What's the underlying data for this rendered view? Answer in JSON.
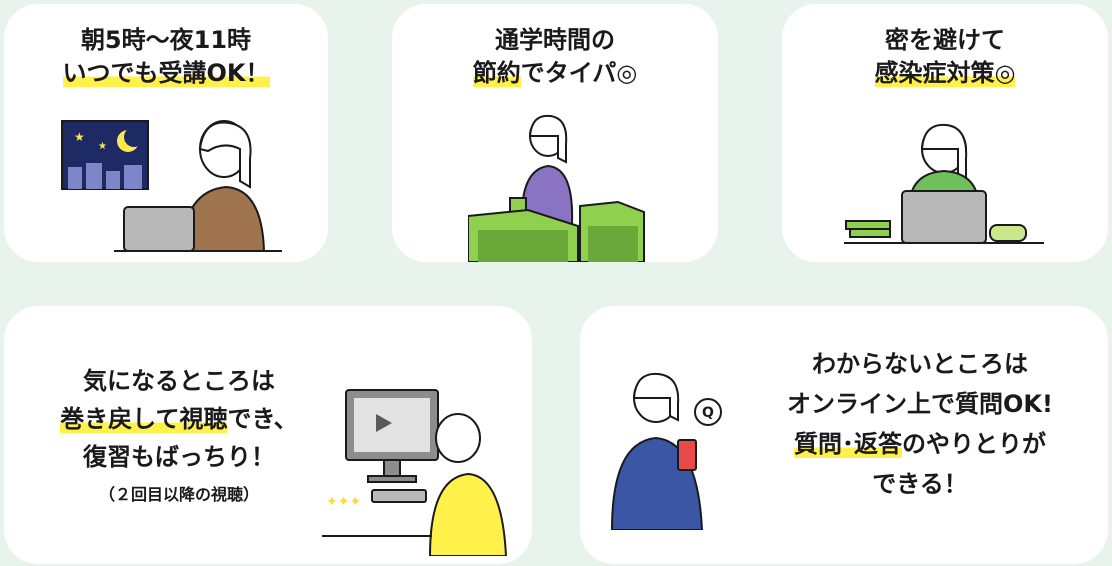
{
  "cards": [
    {
      "lines": [
        "朝5時〜夜11時",
        "いつでも受講OK！"
      ],
      "highlight": "いつでも受講OK！"
    },
    {
      "lines": [
        "通学時間の",
        "節約でタイパ◎"
      ],
      "highlight": "節約"
    },
    {
      "lines": [
        "密を避けて",
        "感染症対策◎"
      ],
      "highlight": "感染症対策◎"
    },
    {
      "lines": [
        "気になるところは",
        "巻き戻して視聴でき、",
        "復習もばっちり！",
        "（２回目以降の視聴）"
      ],
      "highlight": "巻き戻して視聴"
    },
    {
      "lines": [
        "わからないところは",
        "オンライン上で質問OK!",
        "質問･返答のやりとりが",
        "できる！"
      ],
      "highlight": "質問･返答"
    }
  ],
  "icons": {
    "question_bubble": "Q"
  },
  "colors": {
    "background": "#e8f3ec",
    "card": "#ffffff",
    "highlight": "#fff04a",
    "accent_green": "#8fd14f"
  }
}
